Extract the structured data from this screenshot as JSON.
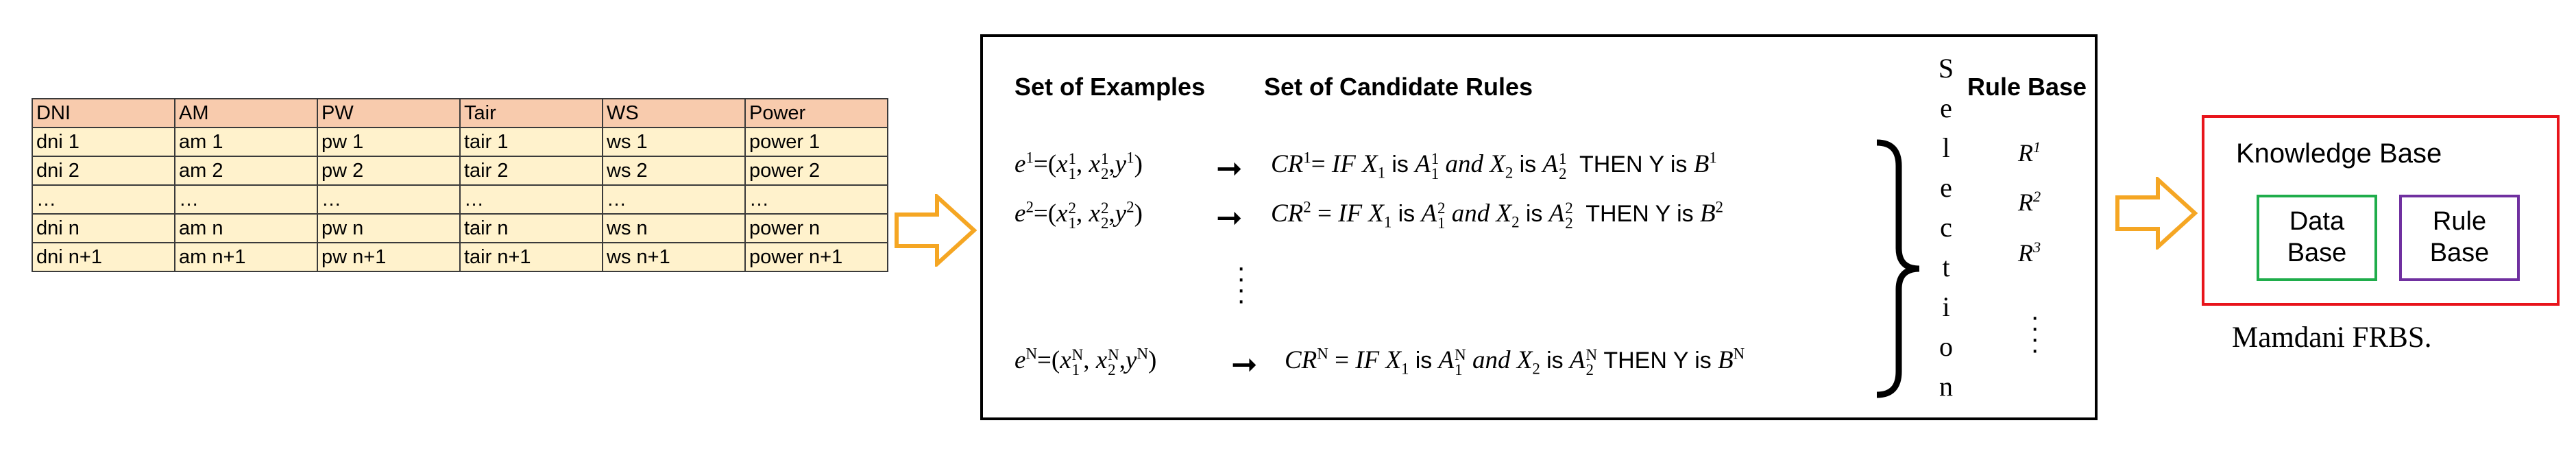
{
  "table": {
    "headers": [
      "DNI",
      "AM",
      "PW",
      "Tair",
      "WS",
      "Power"
    ],
    "rows": [
      [
        "dni 1",
        "am 1",
        "pw 1",
        "tair 1",
        "ws 1",
        "power 1"
      ],
      [
        "dni 2",
        "am 2",
        "pw 2",
        "tair 2",
        "ws 2",
        "power 2"
      ],
      [
        "…",
        "…",
        "…",
        "…",
        "…",
        "…"
      ],
      [
        "dni n",
        "am n",
        "pw n",
        "tair n",
        "ws n",
        "power n"
      ],
      [
        "dni n+1",
        "am n+1",
        "pw n+1",
        "tair n+1",
        "ws n+1",
        "power n+1"
      ]
    ]
  },
  "middle": {
    "examples_heading": "Set of Examples",
    "candidates_heading": "Set of Candidate Rules",
    "rule_base_heading": "Rule Base",
    "selection_letters": [
      "S",
      "e",
      "l",
      "e",
      "c",
      "t",
      "i",
      "o",
      "n"
    ],
    "rule_base_items": [
      "R",
      "R",
      "R"
    ],
    "rule_base_sups": [
      "1",
      "2",
      "3"
    ],
    "e_letter": "e",
    "x_letter": "x",
    "y_letter": "y",
    "cr_letters": "CR",
    "if_word": "IF",
    "is_word": "is",
    "and_word": "and",
    "then_word": "THEN Y",
    "a_letter": "A",
    "b_letter": "B",
    "x1_label": "X",
    "idx": [
      "1",
      "2",
      "N"
    ]
  },
  "knowledge_base": {
    "title": "Knowledge Base",
    "data_base": [
      "Data",
      "Base"
    ],
    "rule_base": [
      "Rule",
      "Base"
    ]
  },
  "caption": "Mamdani FRBS.",
  "colors": {
    "header_fill": "#f8cbad",
    "cell_fill": "#fff2cc",
    "arrow_outline": "#f5a623",
    "kb_border": "#e8141b",
    "data_base_border": "#1fad4b",
    "rule_base_border": "#7030a0"
  }
}
